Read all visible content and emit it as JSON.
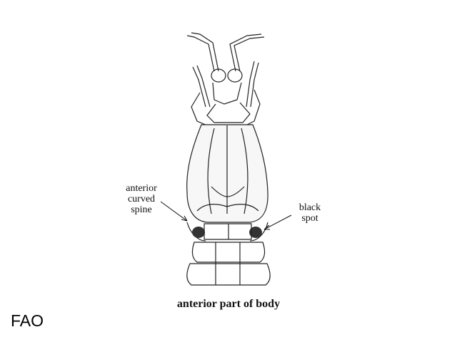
{
  "labels": {
    "spine": [
      "anterior",
      "curved",
      "spine"
    ],
    "spot": [
      "black",
      "spot"
    ]
  },
  "caption": "anterior part of body",
  "logo": "FAO"
}
